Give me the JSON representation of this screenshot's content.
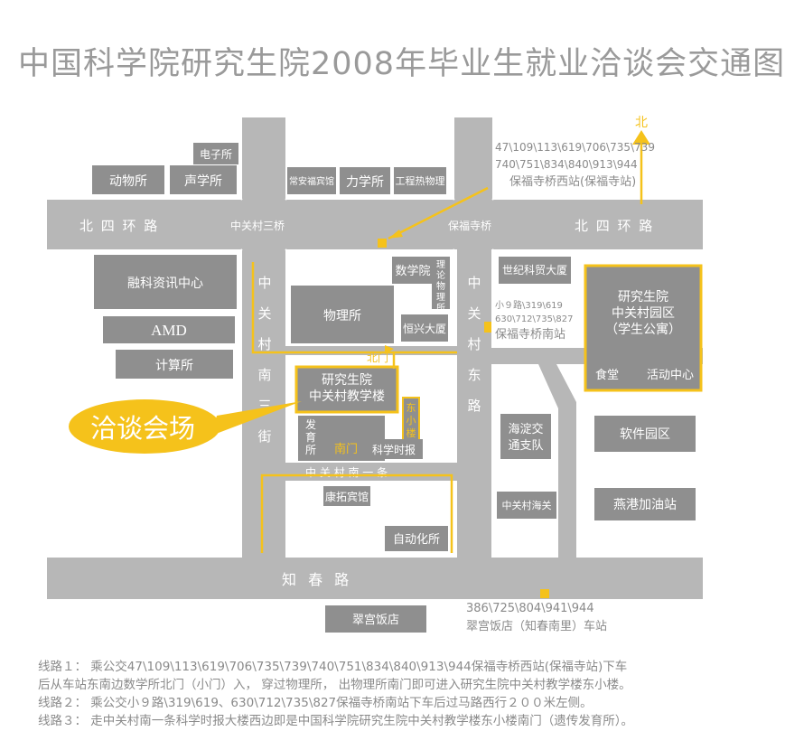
{
  "title": "中国科学院研究生院2008年毕业生就业洽谈会交通图",
  "colors": {
    "road": "#b7b7b7",
    "building": "#8f8f8f",
    "route": "#f5c21b",
    "highlight": "#f5c21b"
  },
  "compass": "北",
  "roads": {
    "north": "北 四 环 路",
    "north_right": "北 四 环 路",
    "bridge_west": "中关村三桥",
    "bridge_east": "保福寺桥",
    "zgc_nansanjie": "中关村南三街",
    "zgc_dongjie": "中关村东路",
    "zgc_nanyitiao": "中 关 村 南 一 条",
    "zhichun": "知 春 路"
  },
  "buildings": {
    "dianzi": "电子所",
    "dongwu": "动物所",
    "shengxue": "声学所",
    "changan": "常安福宾馆",
    "lixue": "力学所",
    "gongre": "工程热物理",
    "rongke": "融科资讯中心",
    "amd": "AMD",
    "jisuan": "计算所",
    "wuli": "物理所",
    "shuxue": "数学院",
    "lilun": "理论物理所",
    "hengxing": "恒兴大厦",
    "shiji": "世纪科贸大厦",
    "gsy_park": "研究生院中关村园区（学生公寓）",
    "canteen": "食堂",
    "activity": "活动中心",
    "teaching": "研究生院中关村教学楼",
    "dongxiaolou": "东小楼",
    "fayu": "发育所",
    "nanmen": "南门",
    "beimen": "北门",
    "kexue": "科学时报",
    "haidian": "海淀交通支队",
    "software": "软件园区",
    "haiguan": "中关村海关",
    "yangang": "燕港加油站",
    "kangtuo": "康拓宾馆",
    "zidong": "自动化所",
    "cuigong": "翠宫饭店"
  },
  "venue_label": "洽谈会场",
  "stops": {
    "bfs_west_lines1": "47\\109\\113\\619\\706\\735\\739",
    "bfs_west_lines2": "740\\751\\834\\840\\913\\944",
    "bfs_west_name": "保福寺桥西站(保福寺站)",
    "bfs_south_lines1": "小９路\\319\\619",
    "bfs_south_lines2": "630\\712\\735\\827",
    "bfs_south_name": "保福寺桥南站",
    "cuigong_lines": "386\\725\\804\\941\\944",
    "cuigong_name": "翠宫饭店（知春南里）车站"
  },
  "notes": [
    "线路１：  乘公交47\\109\\113\\619\\706\\735\\739\\740\\751\\834\\840\\913\\944保福寺桥西站(保福寺站)下车",
    "后从车站东南边数学所北门（小门）入， 穿过物理所， 出物理所南门即可进入研究生院中关村教学楼东小楼。",
    "线路２：  乘公交小９路\\319\\619、630\\712\\735\\827保福寺桥南站下车后过马路西行２００米左侧。",
    "线路３：  走中关村南一条科学时报大楼西边即是中国科学院研究生院中关村教学楼东小楼南门（遗传发育所）。"
  ]
}
